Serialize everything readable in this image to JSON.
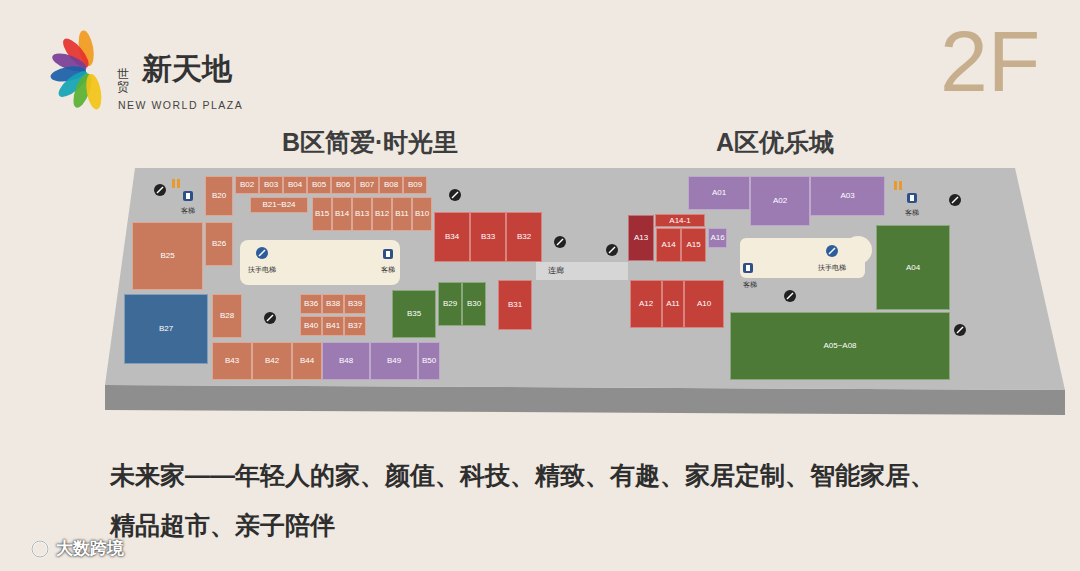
{
  "diagram": {
    "caption": "未来家——年轻人的家、颜值、科技、精致、有趣、家居定制、智能家居、 精品超市、亲子陪伴",
    "nodes": [
      {
        "text": [
          "B20"
        ]
      },
      {
        "text": [
          "B02"
        ]
      },
      {
        "text": [
          "B03"
        ]
      },
      {
        "text": [
          "B04"
        ]
      },
      {
        "text": [
          "B05"
        ]
      },
      {
        "text": [
          "B06"
        ]
      },
      {
        "text": [
          "B07"
        ]
      },
      {
        "text": [
          "B08"
        ]
      },
      {
        "text": [
          "B09"
        ]
      },
      {
        "text": [
          "B21~B24"
        ]
      },
      {
        "text": [
          "B15"
        ]
      },
      {
        "text": [
          "B14"
        ]
      },
      {
        "text": [
          "B13"
        ]
      },
      {
        "text": [
          "B12"
        ]
      },
      {
        "text": [
          "B11"
        ]
      },
      {
        "text": [
          "B10"
        ]
      },
      {
        "text": [
          "B34"
        ]
      },
      {
        "text": [
          "B33"
        ]
      },
      {
        "text": [
          "B32"
        ]
      },
      {
        "text": [
          "B26"
        ]
      },
      {
        "text": [
          "B25"
        ]
      },
      {
        "text": [
          "B27"
        ]
      },
      {
        "text": [
          "B28"
        ]
      },
      {
        "text": [
          "B36"
        ]
      },
      {
        "text": [
          "B38"
        ]
      },
      {
        "text": [
          "B39"
        ]
      },
      {
        "text": [
          "B40"
        ]
      },
      {
        "text": [
          "B41"
        ]
      },
      {
        "text": [
          "B37"
        ]
      },
      {
        "text": [
          "B35"
        ]
      },
      {
        "text": [
          "B29"
        ]
      },
      {
        "text": [
          "B30"
        ]
      },
      {
        "text": [
          "B31"
        ]
      },
      {
        "text": [
          "B43"
        ]
      },
      {
        "text": [
          "B42"
        ]
      },
      {
        "text": [
          "B44"
        ]
      },
      {
        "text": [
          "B48"
        ]
      },
      {
        "text": [
          "B49"
        ]
      },
      {
        "text": [
          "B50"
        ]
      },
      {
        "text": [
          "A01"
        ]
      },
      {
        "text": [
          "A02"
        ]
      },
      {
        "text": [
          "A03"
        ]
      },
      {
        "text": [
          "A14-1"
        ]
      },
      {
        "text": [
          "A13"
        ]
      },
      {
        "text": [
          "A14"
        ]
      },
      {
        "text": [
          "A15"
        ]
      },
      {
        "text": [
          "A16"
        ]
      },
      {
        "text": [
          "A12"
        ]
      },
      {
        "text": [
          "A11"
        ]
      },
      {
        "text": [
          "A10"
        ]
      },
      {
        "text": [
          "A04"
        ]
      },
      {
        "text": [
          "A05~A08"
        ]
      }
    ],
    "labels": [
      "世贸",
      "新天地",
      "NEW WORLD PLAZA",
      "2F",
      "B区简爱·时光里",
      "A区优乐城",
      "扶手电梯",
      "客梯",
      "客梯",
      "连廊",
      "客梯",
      "扶手电梯",
      "客梯",
      "大数跨境"
    ]
  }
}
